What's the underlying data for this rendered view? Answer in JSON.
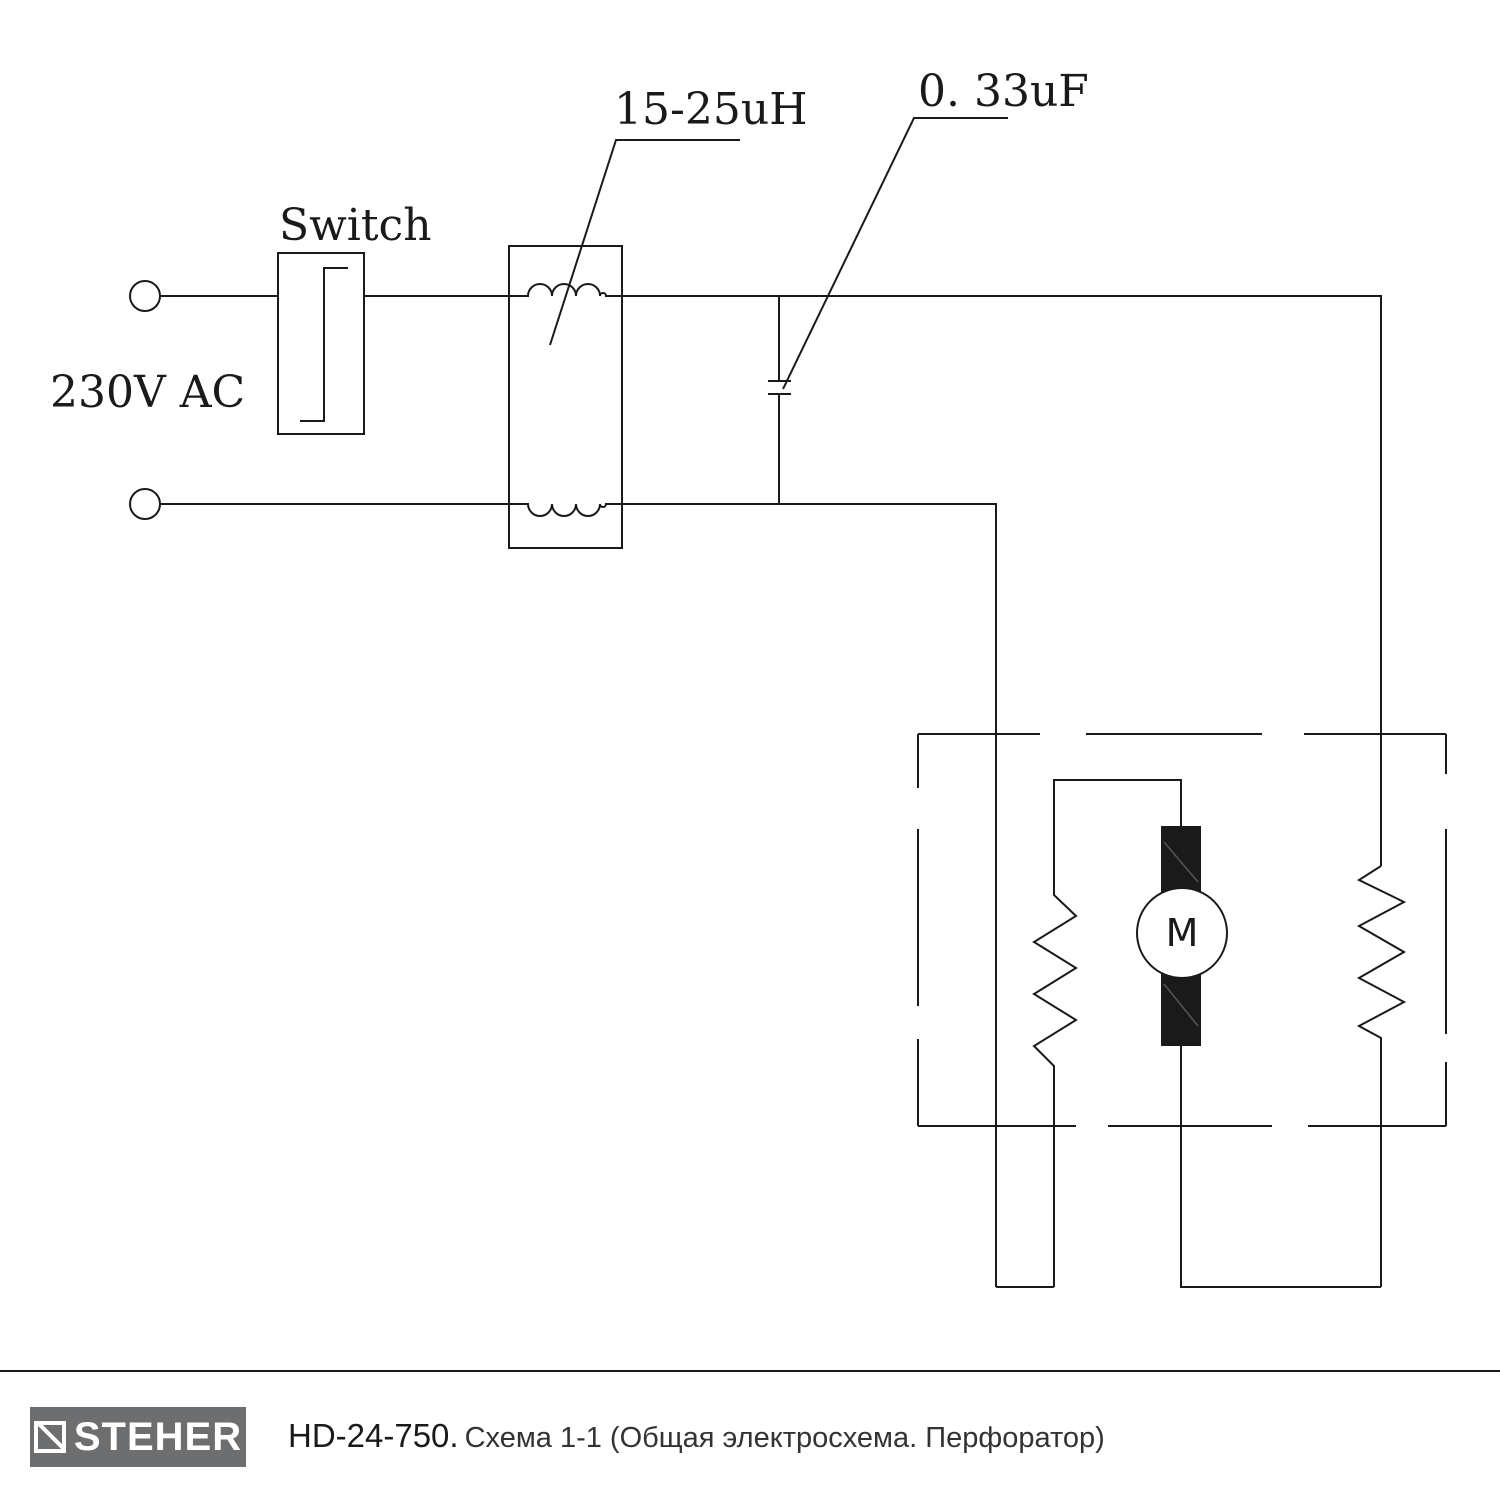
{
  "schematic": {
    "supply_label": "230V AC",
    "switch_label": "Switch",
    "inductor_label": "15-25uH",
    "capacitor_label": "0. 33uF",
    "motor_label": "M"
  },
  "footer": {
    "brand": "STEHER",
    "model": "HD-24-750.",
    "description": "Схема 1-1 (Общая электросхема. Перфоратор)"
  }
}
